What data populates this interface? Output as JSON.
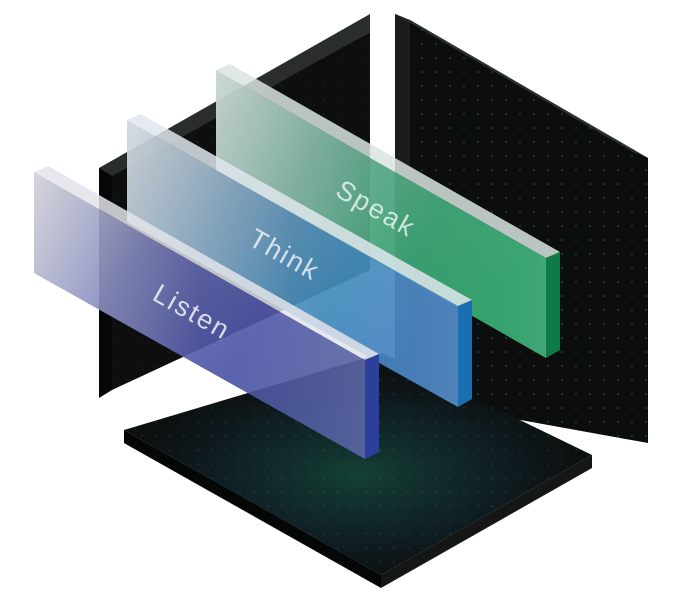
{
  "layers": [
    {
      "label": "Listen",
      "color": "#3f49a8"
    },
    {
      "label": "Think",
      "color": "#2f83b5"
    },
    {
      "label": "Speak",
      "color": "#22a06a"
    }
  ],
  "dot_color": "#2fd39a",
  "board_color": "#0d0f0f"
}
